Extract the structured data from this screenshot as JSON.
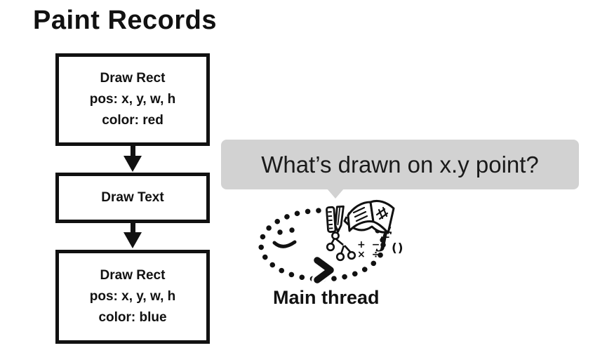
{
  "slide": {
    "title": "Paint Records"
  },
  "colors": {
    "ink": "#111111",
    "bubble_bg": "#d2d2d2",
    "background": "#ffffff"
  },
  "flowchart": {
    "boxes": [
      {
        "lines": [
          "Draw Rect",
          "pos: x, y, w, h",
          "color: red"
        ]
      },
      {
        "lines": [
          "Draw Text"
        ]
      },
      {
        "lines": [
          "Draw Rect",
          "pos: x, y, w, h",
          "color: blue"
        ]
      }
    ]
  },
  "bubble": {
    "text": "What’s drawn on x.y point?"
  },
  "doodle": {
    "label": "Main thread",
    "math_top": "+ −",
    "math_bottom": "× ÷",
    "function_f": "ƒ",
    "function_parens": "()"
  }
}
